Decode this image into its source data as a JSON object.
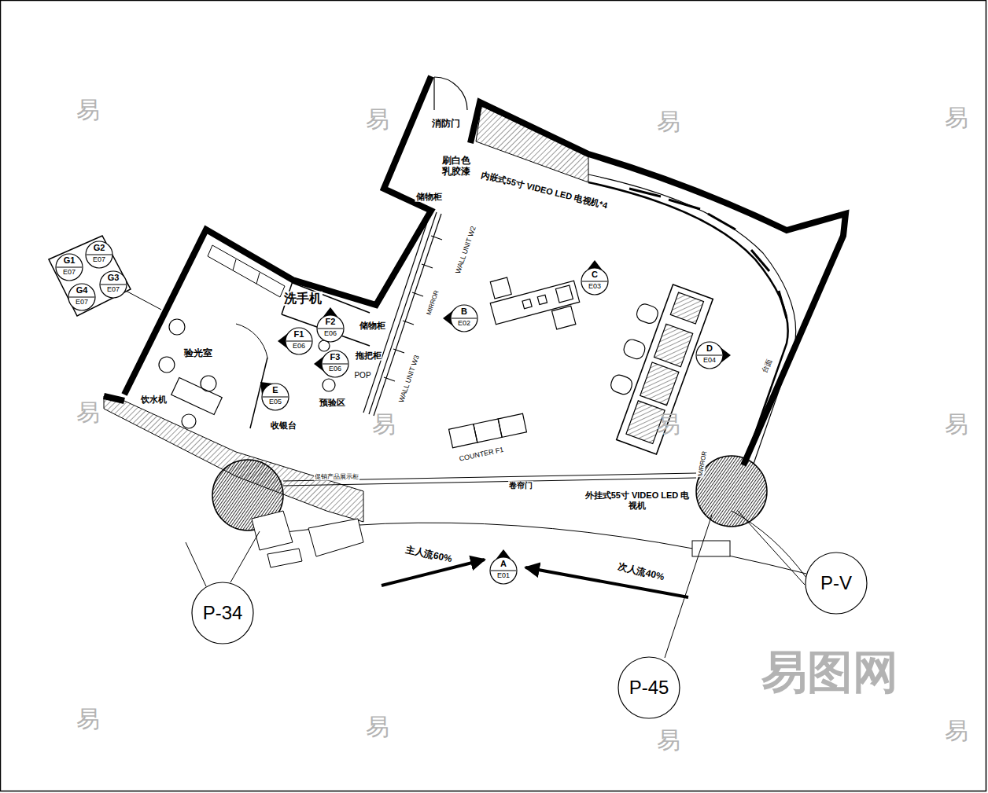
{
  "diagram": {
    "nodes": [
      {
        "text": [
          "G1",
          "E07"
        ]
      },
      {
        "text": [
          "G2",
          "E07"
        ]
      },
      {
        "text": [
          "G3",
          "E07"
        ]
      },
      {
        "text": [
          "G4",
          "E07"
        ]
      },
      {
        "text": [
          "B",
          "E02"
        ]
      },
      {
        "text": [
          "C",
          "E03"
        ]
      },
      {
        "text": [
          "D",
          "E04"
        ]
      },
      {
        "text": [
          "E",
          "E05"
        ]
      },
      {
        "text": [
          "F1",
          "E06"
        ]
      },
      {
        "text": [
          "F2",
          "E06"
        ]
      },
      {
        "text": [
          "F3",
          "E06"
        ]
      },
      {
        "text": [
          "A",
          "E01"
        ]
      },
      {
        "text": [
          "P-34"
        ]
      },
      {
        "text": [
          "P-45"
        ]
      },
      {
        "text": [
          "P-V"
        ]
      }
    ],
    "labels": [
      "消防门",
      "刷白色 乳胶漆",
      "内嵌式55寸 VIDEO LED 电视机*4",
      "储物柜",
      "WALL UNIT W2",
      "MIRROR",
      "储物柜",
      "拖把柜",
      "POP",
      "WALL UNIT W3",
      "洗手机",
      "验光室",
      "饮水机",
      "收银台",
      "预验区",
      "促销产品展示柜",
      "COUNTER F1",
      "卷帘门",
      "外挂式55寸 VIDEO LED 电视机",
      "主人流60%",
      "次人流40%",
      "台面",
      "MIRROR",
      "易",
      "易",
      "易",
      "易",
      "易",
      "易",
      "易",
      "易",
      "易",
      "易",
      "易",
      "易",
      "易图网"
    ]
  }
}
